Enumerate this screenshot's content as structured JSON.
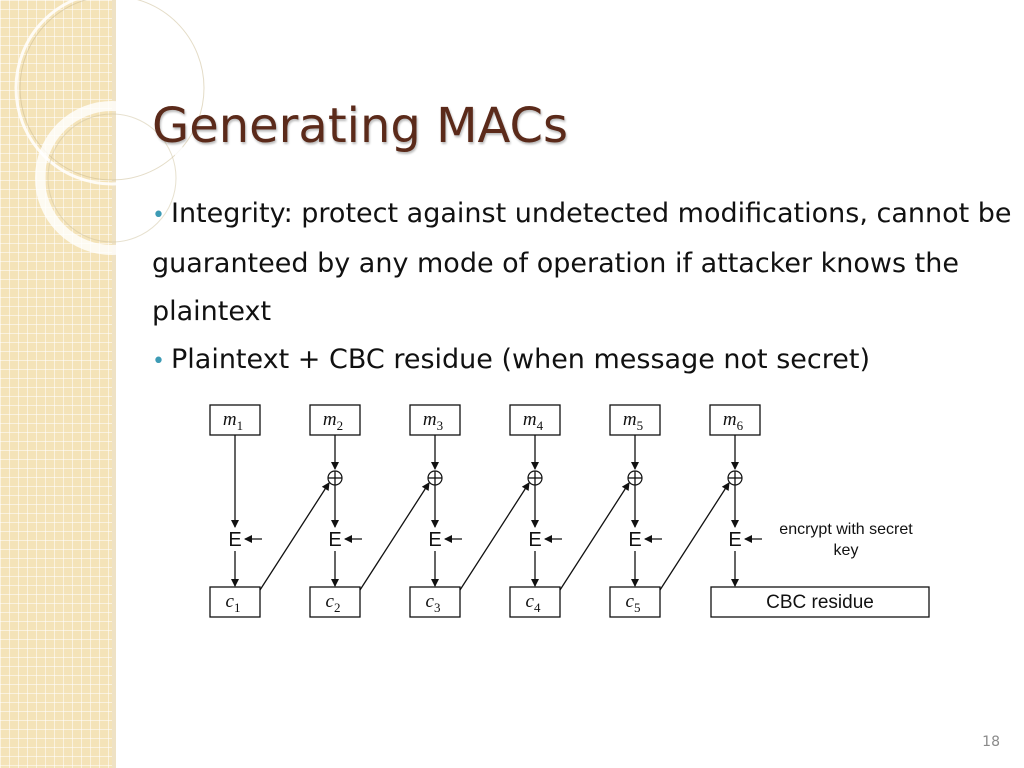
{
  "slide": {
    "title": "Generating MACs",
    "bullets": [
      "Integrity: protect against undetected modifications, cannot be guaranteed by any mode of operation if attacker knows the plaintext",
      "Plaintext + CBC residue (when message not secret)"
    ],
    "page_number": "18"
  },
  "diagram": {
    "message_blocks": [
      {
        "var": "m",
        "sub": "1"
      },
      {
        "var": "m",
        "sub": "2"
      },
      {
        "var": "m",
        "sub": "3"
      },
      {
        "var": "m",
        "sub": "4"
      },
      {
        "var": "m",
        "sub": "5"
      },
      {
        "var": "m",
        "sub": "6"
      }
    ],
    "cipher_blocks": [
      {
        "var": "c",
        "sub": "1"
      },
      {
        "var": "c",
        "sub": "2"
      },
      {
        "var": "c",
        "sub": "3"
      },
      {
        "var": "c",
        "sub": "4"
      },
      {
        "var": "c",
        "sub": "5"
      }
    ],
    "encrypt_label": "E",
    "xor_symbol": "⊕",
    "residue_label": "CBC residue",
    "key_note_line1": "encrypt with secret",
    "key_note_line2": "key"
  },
  "colors": {
    "title": "#5b2a1a",
    "bullet": "#3d9bb5",
    "side_band": "#f4e3b8"
  }
}
